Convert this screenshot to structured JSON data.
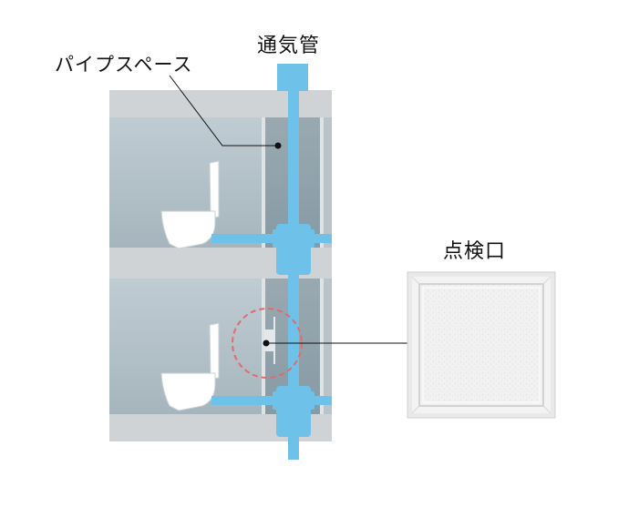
{
  "labels": {
    "vent_pipe": "通気管",
    "pipe_space": "パイプスペース",
    "access_panel": "点検口"
  },
  "colors": {
    "pipe": "#6ec2ea",
    "slab": "#cfd2d4",
    "room": "#b4c3cb",
    "shaft": "#8d9da6",
    "highlight_circle": "#e46a6a",
    "panel": "#efefef"
  }
}
